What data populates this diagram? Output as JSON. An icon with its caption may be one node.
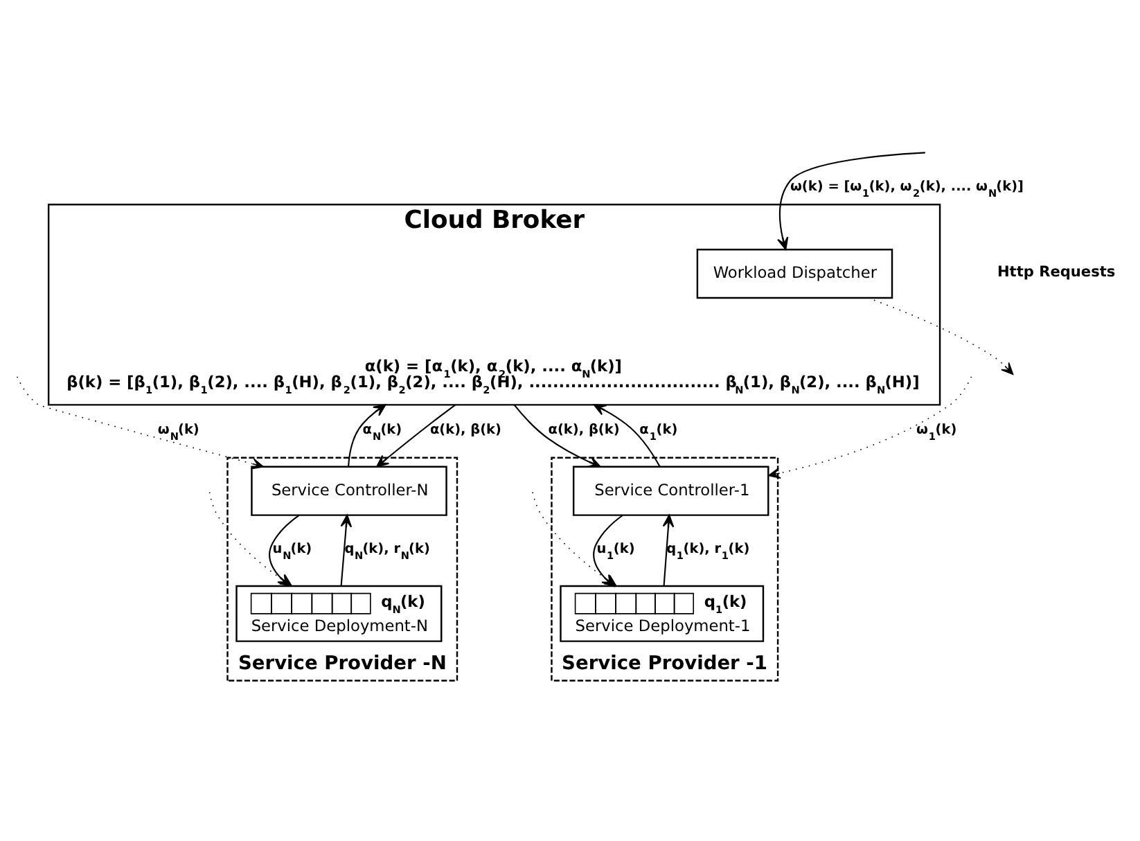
{
  "diagram": {
    "nodes": [
      {
        "text": [
          "Cloud Broker",
          "α(k) = [α$_{1}$(k), α$_{2}$(k), .... α$_{N}$(k)]",
          "β(k) = [β$_{1}$(1), β$_{1}$(2), .... β$_{1}$(H), β$_{2}$(1), β$_{2}$(2), .... β$_{2}$(H), ................................ β$_{N}$(1), β$_{N}$(2), .... β$_{N}$(H)]"
        ]
      },
      {
        "text": [
          "Workload Dispatcher"
        ],
        "in": 0
      },
      {
        "text": [
          "Service Provider -1"
        ]
      },
      {
        "text": [
          "Service Controller-1"
        ],
        "in": 2
      },
      {
        "text": [
          "q$_{1}$(k)",
          "Service Deployment-1"
        ],
        "in": 2
      },
      {
        "text": [
          "Service Provider -N"
        ]
      },
      {
        "text": [
          "Service Controller-N"
        ],
        "in": 5
      },
      {
        "text": [
          "q$_{N}$(k)",
          "Service Deployment-N"
        ],
        "in": 5
      }
    ],
    "edges": [
      {
        "from": null,
        "to": 1,
        "arrow": "to",
        "label": "ω(k) = [ω$_{1}$(k), ω$_{2}$(k), .... ω$_{N}$(k)]"
      },
      {
        "from": 1,
        "to": null,
        "arrow": "to",
        "style": "dashed"
      },
      {
        "from": 0,
        "to": 3,
        "arrow": "to",
        "label": "α(k), β(k)"
      },
      {
        "from": 3,
        "to": 0,
        "arrow": "to",
        "label": "α$_{1}$(k)"
      },
      {
        "from": 0,
        "to": 6,
        "arrow": "to",
        "label": "α(k), β(k)"
      },
      {
        "from": 6,
        "to": 0,
        "arrow": "to",
        "label": "α$_{N}$(k)"
      },
      {
        "from": null,
        "to": 3,
        "arrow": "to",
        "style": "dashed",
        "label": "ω$_{1}$(k)"
      },
      {
        "from": null,
        "to": 4,
        "arrow": "to",
        "style": "dashed"
      },
      {
        "from": null,
        "to": 6,
        "arrow": "to",
        "style": "dashed",
        "label": "ω$_{N}$(k)"
      },
      {
        "from": null,
        "to": 7,
        "arrow": "to",
        "style": "dashed"
      },
      {
        "from": 3,
        "to": 4,
        "arrow": "to",
        "label": "u$_{1}$(k)"
      },
      {
        "from": 4,
        "to": 3,
        "arrow": "to",
        "label": "q$_{1}$(k), r$_{1}$(k)"
      },
      {
        "from": 6,
        "to": 7,
        "arrow": "to",
        "label": "u$_{N}$(k)"
      },
      {
        "from": 7,
        "to": 6,
        "arrow": "to",
        "label": "q$_{N}$(k), r$_{N}$(k)"
      }
    ],
    "labels": [
      "Http Requests"
    ]
  }
}
